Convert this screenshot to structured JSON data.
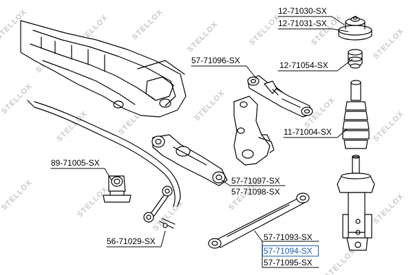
{
  "parts": {
    "p1": "12-71030-SX",
    "p2": "12-71031-SX",
    "p3": "12-71054-SX",
    "p4": "57-71096-SX",
    "p5": "11-71004-SX",
    "p6": "89-71005-SX",
    "p7": "57-71097-SX",
    "p8": "57-71098-SX",
    "p9": "56-71029-SX",
    "p10": "57-71093-SX",
    "p11": "57-71094-SX",
    "p12": "57-71095-SX"
  },
  "highlight": "57-71094-SX",
  "watermark": "STELLOX",
  "colors": {
    "highlight": "#1a5fb4",
    "line": "#000000",
    "watermark": "#c8c8c8"
  }
}
